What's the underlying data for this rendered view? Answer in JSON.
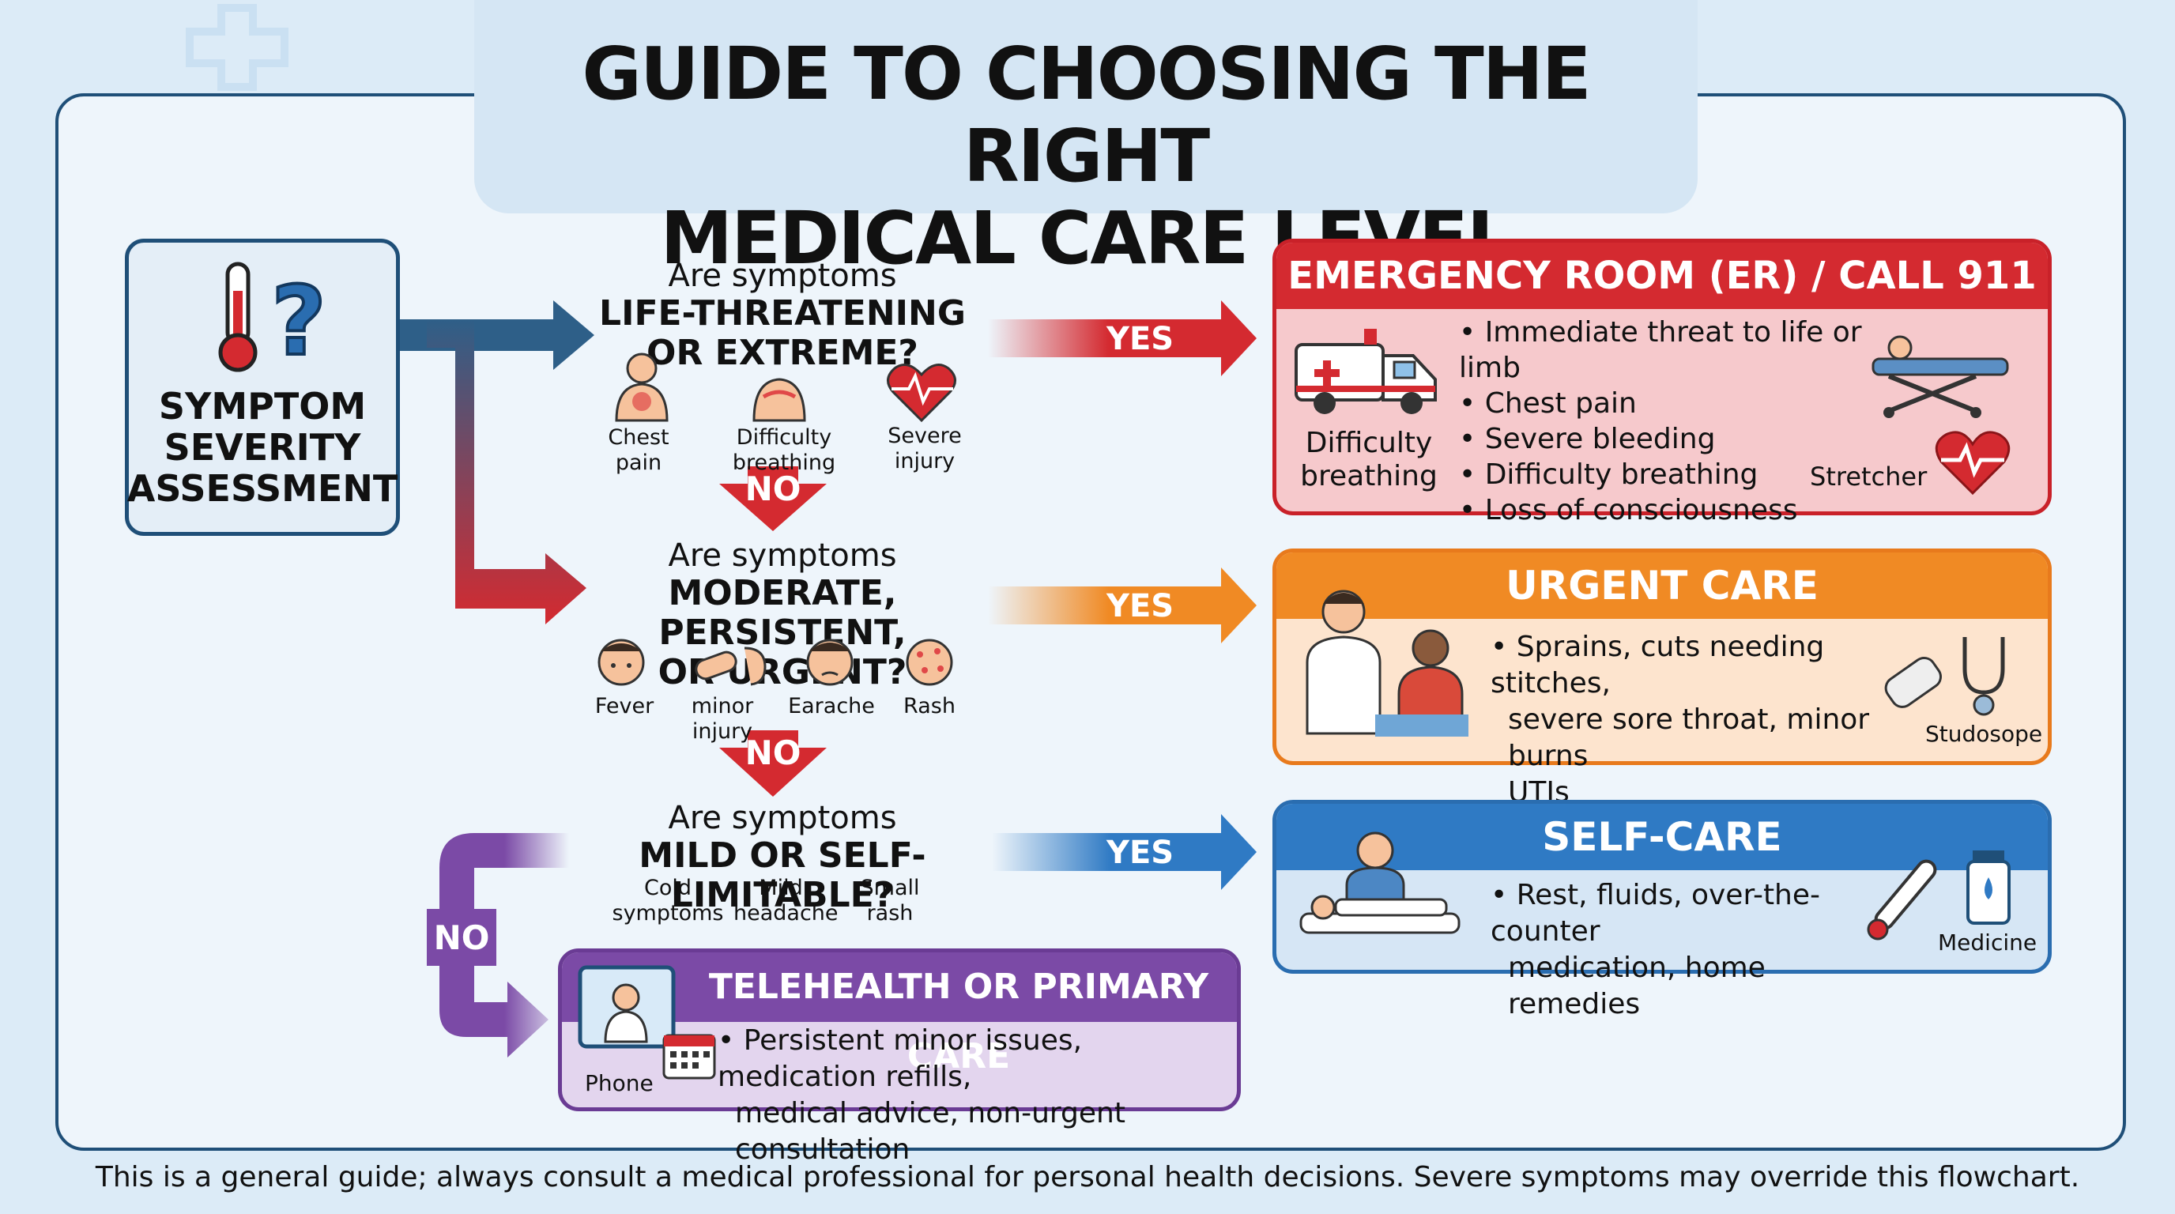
{
  "title": {
    "line1": "GUIDE TO CHOOSING THE RIGHT",
    "line2": "MEDICAL CARE LEVEL"
  },
  "start": {
    "line1": "SYMPTOM",
    "line2": "SEVERITY",
    "line3": "ASSESSMENT",
    "icon": "thermometer-question-icon"
  },
  "questions": [
    {
      "intro": "Are symptoms",
      "line1": "LIFE-THREATENING",
      "line2": "OR EXTREME?",
      "captions": [
        "Chest pain",
        "Difficulty breathing",
        "Severe",
        "injury"
      ],
      "yes": "YES",
      "no": "NO"
    },
    {
      "intro": "Are symptoms",
      "line1": "MODERATE, PERSISTENT,",
      "line2": "OR URGENT?",
      "captions": [
        "Fever",
        "minor injury",
        "Earache",
        "Rash"
      ],
      "yes": "YES",
      "no": "NO"
    },
    {
      "intro": "Are symptoms",
      "line1": "MILD OR SELF-LIMITABLE?",
      "captions": [
        "Cold",
        "symptoms",
        "Mild",
        "headache",
        "Small",
        "rash"
      ],
      "yes": "YES",
      "no": "NO"
    }
  ],
  "cards": {
    "er": {
      "title": "EMERGENCY ROOM (ER) / CALL 911",
      "bullets": [
        "Immediate threat to life or limb",
        "Chest pain",
        "Severe bleeding",
        "Difficulty breathing",
        "Loss of consciousness"
      ],
      "left_caption1": "Difficulty",
      "left_caption2": "breathing",
      "right_caption": "Stretcher",
      "color": "#d42a30"
    },
    "urgent": {
      "title": "URGENT CARE",
      "bullets": [
        "Sprains, cuts needing stitches,",
        "severe sore throat, minor burns",
        "UTIs"
      ],
      "right_caption": "Studosope",
      "color": "#f08a24"
    },
    "selfcare": {
      "title": "SELF-CARE",
      "bullets": [
        "Rest, fluids, over-the-counter",
        "medication, home remedies"
      ],
      "right_caption": "Medicine",
      "color": "#2f7ac4"
    },
    "telehealth": {
      "title": "TELEHEALTH OR PRIMARY CARE",
      "bullets": [
        "Persistent minor issues, medication refills,",
        "medical advice, non-urgent consultation"
      ],
      "left_caption": "Phone",
      "color": "#7b4aa6"
    }
  },
  "footer": "This is a general guide; always consult a medical professional for personal health decisions. Severe symptoms may override this flowchart."
}
